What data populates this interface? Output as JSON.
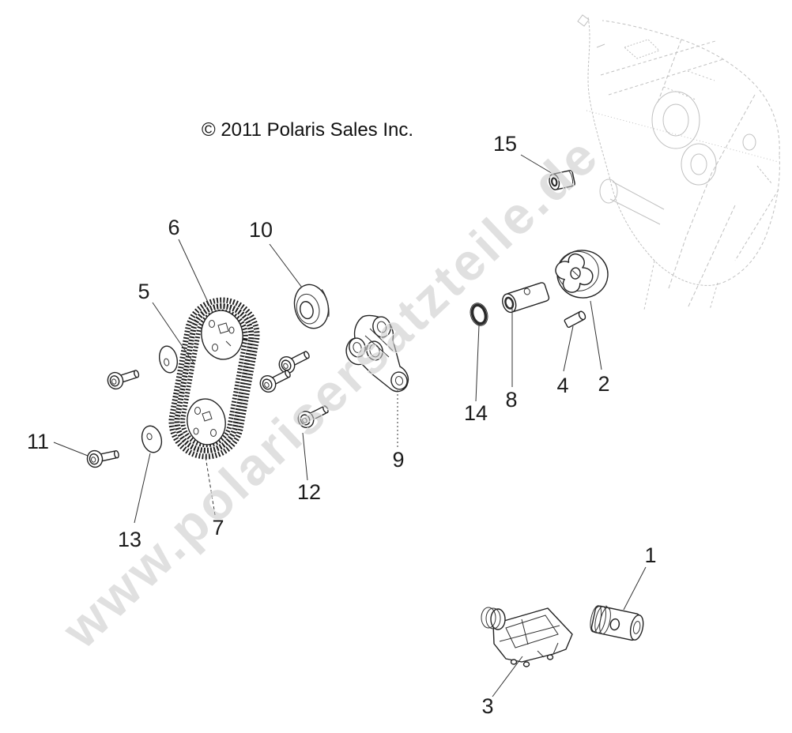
{
  "page": {
    "copyright": "© 2011 Polaris Sales Inc.",
    "watermark": "www.polarisersatzteile.de"
  },
  "colors": {
    "background": "#ffffff",
    "main_line": "#1a1a1a",
    "faint_sketch_line": "#c0c0c0",
    "watermark_gray": "#c6c6c6"
  },
  "diagram": {
    "type": "exploded-parts-diagram",
    "callouts": [
      {
        "number": "1"
      },
      {
        "number": "2"
      },
      {
        "number": "3"
      },
      {
        "number": "4"
      },
      {
        "number": "5"
      },
      {
        "number": "6"
      },
      {
        "number": "7"
      },
      {
        "number": "8"
      },
      {
        "number": "9"
      },
      {
        "number": "10"
      },
      {
        "number": "11"
      },
      {
        "number": "12"
      },
      {
        "number": "13"
      },
      {
        "number": "14"
      },
      {
        "number": "15"
      }
    ]
  }
}
